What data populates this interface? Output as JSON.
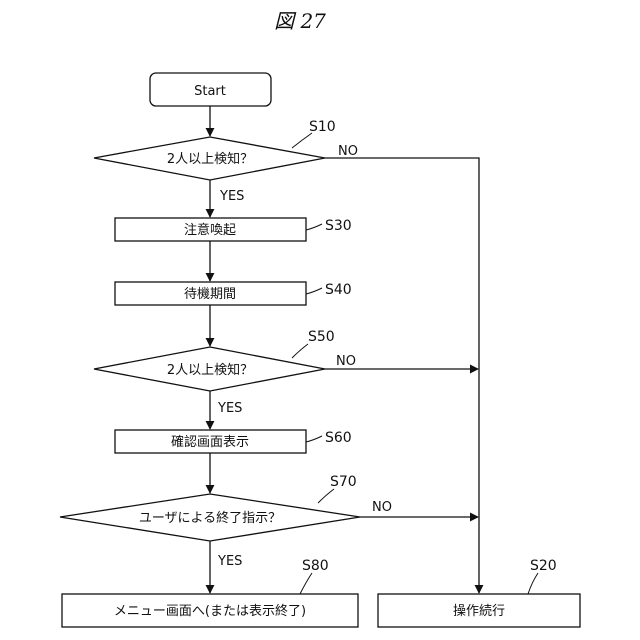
{
  "figure_title": "図 27",
  "nodes": {
    "start": "Start",
    "s10_decision": "2人以上検知？",
    "s30_process": "注意喚起",
    "s40_process": "待機期間",
    "s50_decision": "2人以上検知？",
    "s60_process": "確認画面表示",
    "s70_decision": "ユーザによる終了指示？",
    "s80_process": "メニュー画面へ(または表示終了)",
    "s20_process": "操作続行"
  },
  "steps": {
    "s10": "S10",
    "s20": "S20",
    "s30": "S30",
    "s40": "S40",
    "s50": "S50",
    "s60": "S60",
    "s70": "S70",
    "s80": "S80"
  },
  "edge_labels": {
    "yes": "YES",
    "no": "NO"
  }
}
